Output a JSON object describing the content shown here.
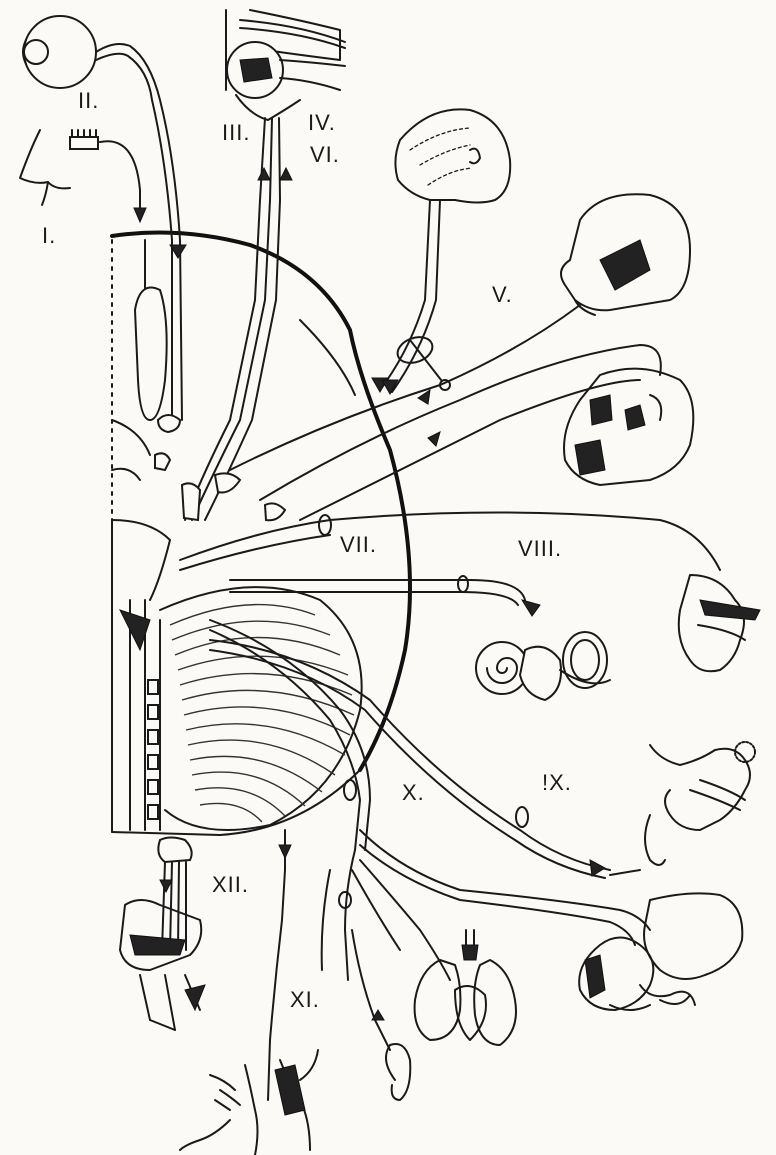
{
  "labels": {
    "n1": "I.",
    "n2": "II.",
    "n3": "III.",
    "n4": "IV.",
    "n6": "VI.",
    "n5a": "V.",
    "n7": "VII.",
    "n8": "VIII.",
    "n9": "!X.",
    "n10": "X.",
    "n11": "XI.",
    "n12": "XII."
  }
}
